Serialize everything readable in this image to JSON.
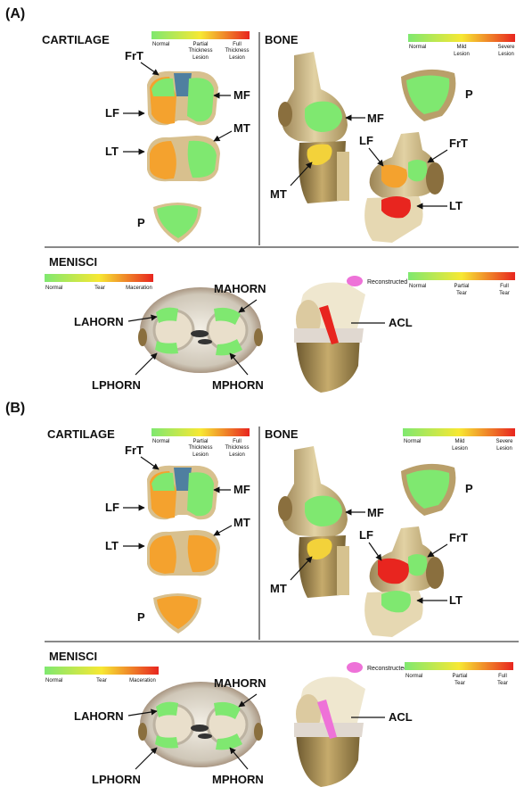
{
  "panels": [
    {
      "label": "(A)",
      "cartilage": {
        "title": "CARTILAGE",
        "legend": {
          "low": "Normal",
          "mid1": "Partial",
          "mid2": "Thickness",
          "mid3": "Lesion",
          "high1": "Full",
          "high2": "Thickness",
          "high3": "Lesion"
        },
        "regions": {
          "FrT": "FrT",
          "MF": "MF",
          "LF": "LF",
          "LT": "LT",
          "MT": "MT",
          "P": "P"
        },
        "colors": {
          "FrT": "#4f7fa0",
          "MF": "#7fe870",
          "LF": "#f4a22e",
          "LT": "#f4a22e",
          "MT": "#7fe870",
          "P": "#7fe870"
        }
      },
      "bone": {
        "title": "BONE",
        "legend": {
          "low": "Normal",
          "mid1": "Mild",
          "mid2": "Lesion",
          "high1": "Severe",
          "high2": "Lesion"
        },
        "regions": {
          "MF": "MF",
          "MT": "MT",
          "P": "P",
          "LF": "LF",
          "FrT": "FrT",
          "LT": "LT"
        },
        "colors": {
          "MF": "#7fe870",
          "MT": "#f3d23a",
          "P": "#7fe870",
          "LF": "#f4a22e",
          "FrT": "#7fe870",
          "LT": "#e8251f"
        }
      },
      "menisci": {
        "title": "MENISCI",
        "legend": {
          "low": "Normal",
          "mid": "Tear",
          "high": "Maceration"
        },
        "regions": {
          "MAHORN": "MAHORN",
          "LAHORN": "LAHORN",
          "LPHORN": "LPHORN",
          "MPHORN": "MPHORN"
        },
        "colors": {
          "MAHORN": "#7fe870",
          "LAHORN": "#7fe870",
          "LPHORN": "#7fe870",
          "MPHORN": "#7fe870"
        }
      },
      "acl": {
        "reconstructed": "Reconstructed",
        "legend": {
          "low": "Normal",
          "mid1": "Partial",
          "mid2": "Tear",
          "high1": "Full",
          "high2": "Tear"
        },
        "label": "ACL",
        "color": "#e8251f"
      }
    },
    {
      "label": "(B)",
      "cartilage": {
        "title": "CARTILAGE",
        "legend": {
          "low": "Normal",
          "mid1": "Partial",
          "mid2": "Thickness",
          "mid3": "Lesion",
          "high1": "Full",
          "high2": "Thickness",
          "high3": "Lesion"
        },
        "regions": {
          "FrT": "FrT",
          "MF": "MF",
          "LF": "LF",
          "LT": "LT",
          "MT": "MT",
          "P": "P"
        },
        "colors": {
          "FrT": "#4f7fa0",
          "MF": "#7fe870",
          "LF": "#f4a22e",
          "LT": "#f4a22e",
          "MT": "#f4a22e",
          "P": "#f4a22e"
        }
      },
      "bone": {
        "title": "BONE",
        "legend": {
          "low": "Normal",
          "mid1": "Mild",
          "mid2": "Lesion",
          "high1": "Severe",
          "high2": "Lesion"
        },
        "regions": {
          "MF": "MF",
          "MT": "MT",
          "P": "P",
          "LF": "LF",
          "FrT": "FrT",
          "LT": "LT"
        },
        "colors": {
          "MF": "#7fe870",
          "MT": "#f3d23a",
          "P": "#7fe870",
          "LF": "#e8251f",
          "FrT": "#7fe870",
          "LT": "#7fe870"
        }
      },
      "menisci": {
        "title": "MENISCI",
        "legend": {
          "low": "Normal",
          "mid": "Tear",
          "high": "Maceration"
        },
        "regions": {
          "MAHORN": "MAHORN",
          "LAHORN": "LAHORN",
          "LPHORN": "LPHORN",
          "MPHORN": "MPHORN"
        },
        "colors": {
          "MAHORN": "#7fe870",
          "LAHORN": "#7fe870",
          "LPHORN": "#7fe870",
          "MPHORN": "#7fe870"
        }
      },
      "acl": {
        "reconstructed": "Reconstructed",
        "legend": {
          "low": "Normal",
          "mid1": "Partial",
          "mid2": "Tear",
          "high1": "Full",
          "high2": "Tear"
        },
        "label": "ACL",
        "color": "#ee72d8"
      }
    }
  ],
  "palette": {
    "normal": "#7fe870",
    "mild": "#f3d23a",
    "moderate": "#f4a22e",
    "severe": "#e8251f",
    "reconstructed": "#ee72d8",
    "fixed_blue": "#4f7fa0"
  }
}
